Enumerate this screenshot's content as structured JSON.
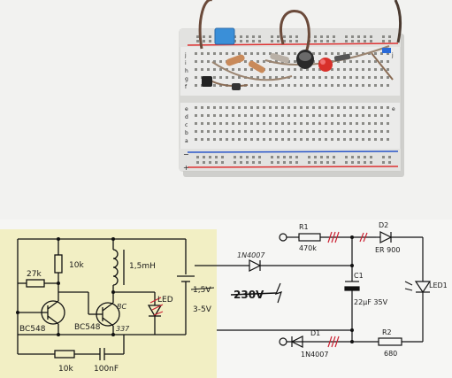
{
  "photo": {
    "breadboard_row_letters_top": [
      "j",
      "i",
      "h",
      "g",
      "f"
    ],
    "breadboard_row_letters_bottom": [
      "e",
      "d",
      "c",
      "b",
      "a"
    ],
    "rail_plus": "+",
    "rail_minus": "−"
  },
  "left_circuit": {
    "r_base1": "27k",
    "r_collector": "10k",
    "inductor": "1,5mH",
    "q1": "BC548",
    "q2": "BC548",
    "led": "LED",
    "supply_old": "1,5V",
    "supply_new": "3-5V",
    "q2_handwritten_top": "BC",
    "q2_handwritten_bottom": "337",
    "r_bottom": "10k",
    "cap_bottom": "100nF"
  },
  "right_circuit": {
    "r1_ref": "R1",
    "r1_val": "470k",
    "d2_ref": "D2",
    "d2_val": "ER 900",
    "d3_handwritten": "1N4007",
    "c1_ref": "C1",
    "c1_val": "22µF 35V",
    "mains_old": "230V",
    "led1_ref": "LED1",
    "d1_ref": "D1",
    "d1_val": "1N4007",
    "r2_ref": "R2",
    "r2_val": "680"
  }
}
